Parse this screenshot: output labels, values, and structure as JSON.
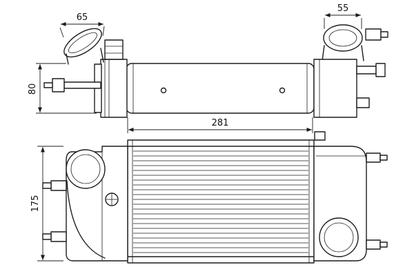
{
  "drawing": {
    "dims": {
      "pipe_left": "65",
      "pipe_right": "55",
      "depth": "80",
      "core_width": "281",
      "core_height": "175"
    }
  }
}
